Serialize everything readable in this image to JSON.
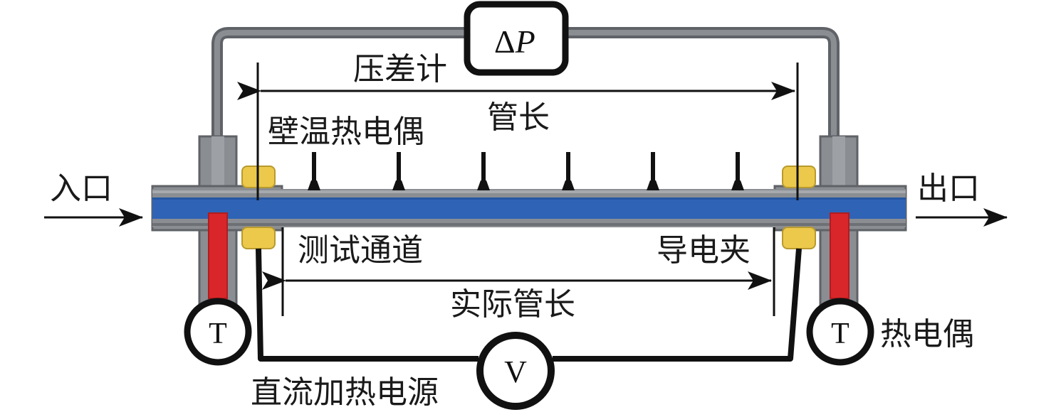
{
  "title": "测试通道示意图",
  "labels": {
    "inlet": "入口",
    "outlet": "出口",
    "pressure_gauge": "压差计",
    "tube_length": "管长",
    "wall_thermocouple": "壁温热电偶",
    "test_channel": "测试通道",
    "clamp": "导电夹",
    "actual_tube_length": "实际管长",
    "thermocouple": "热电偶",
    "dc_power": "直流加热电源"
  },
  "symbols": {
    "delta_p_delta": "Δ",
    "delta_p_p": "P",
    "temp_left": "T",
    "temp_right": "T",
    "voltmeter": "V"
  },
  "wall_thermocouple_count": 6,
  "colors": {
    "pipe_outer": "#8a8d92",
    "pipe_dark": "#5f6267",
    "fluid": "#2f63b5",
    "thermo_probe": "#d9262a",
    "clamp": "#ecc94b",
    "line": "#111111"
  }
}
